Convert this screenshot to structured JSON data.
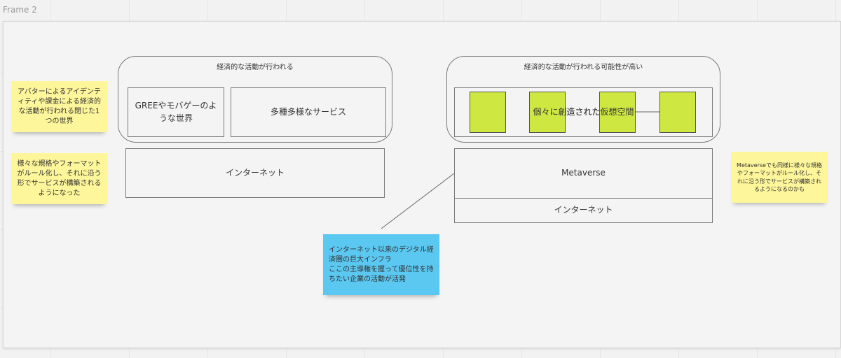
{
  "canvas": {
    "frame_label": "Frame 2"
  },
  "left_group": {
    "title": "経済的な活動が行われる",
    "box_gree": "GREEやモバゲーのような世界",
    "box_services": "多種多様なサービス",
    "box_internet": "インターネット"
  },
  "right_group": {
    "title": "経済的な活動が行われる可能性が高い",
    "box_virtual": "個々に創造された仮想空間",
    "box_metaverse": "Metaverse",
    "box_internet": "インターネット"
  },
  "stickies": {
    "avatar_note": "アバターによるアイデンティティや課金による経済的な活動が行われる閉じた1つの世界",
    "standards_note": "様々な規格やフォーマットがルール化し、それに沿う形でサービスが構築されるようになった",
    "metaverse_note": "Metaverseでも同様に様々な規格やフォーマットがルール化し、それに沿う形でサービスが構築されるようになるのかも",
    "infra_note_lines": [
      "インターネット以来のデジタル経済圏の巨大インフラ",
      "ここの主導権を握って優位性を持ちたい企業の活動が活発"
    ]
  },
  "colors": {
    "yellow_sticky": "#fef69a",
    "blue_sticky": "#5bc8f2",
    "green_square": "#cee741"
  }
}
